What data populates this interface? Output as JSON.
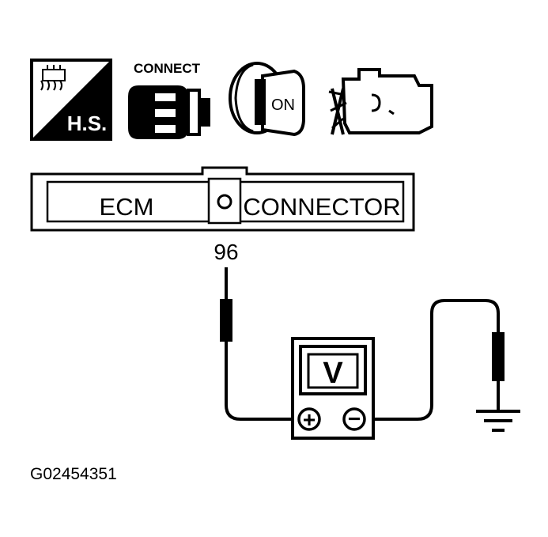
{
  "icons": {
    "hot_soak": {
      "icon": "hot-soak-icon",
      "label": "H.S."
    },
    "connect": {
      "icon": "connector-icon",
      "label": "CONNECT"
    },
    "ignition": {
      "icon": "ignition-key-icon",
      "label": "ON"
    },
    "engine": {
      "icon": "engine-off-icon"
    }
  },
  "connector": {
    "left_label": "ECM",
    "right_label": "CONNECTOR",
    "pin": "96"
  },
  "meter": {
    "display": "V",
    "positive_symbol": "+",
    "negative_symbol": "−"
  },
  "figure_id": "G02454351",
  "colors": {
    "ink": "#000000",
    "background": "#ffffff"
  }
}
